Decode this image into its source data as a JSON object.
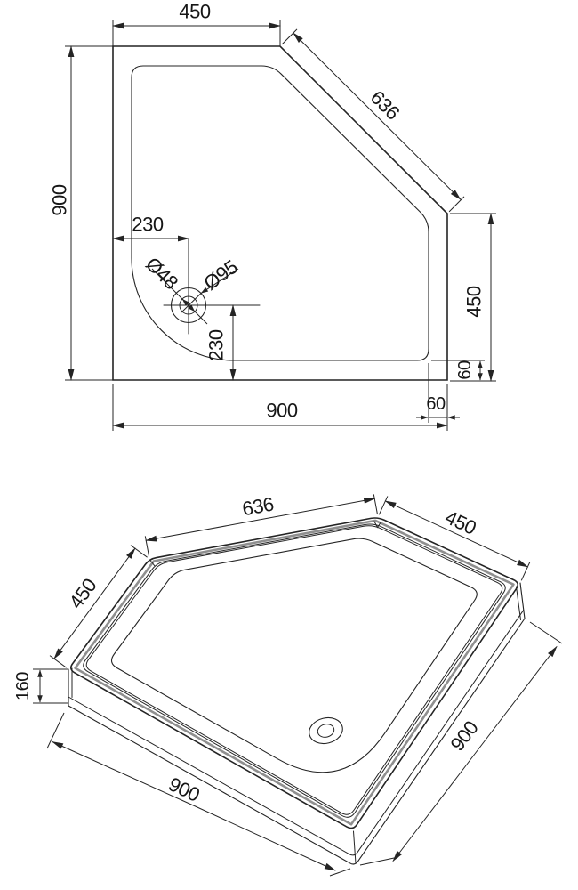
{
  "drawing": {
    "kind": "shower tray technical drawing",
    "line_color": "#242424",
    "shade_color": "#8f8f8f",
    "text_color": "#161616"
  },
  "top_view": {
    "width_top": "450",
    "chamfer": "636",
    "height_left": "900",
    "drain_offset_x": "230",
    "drain_diameter": "Ø48",
    "flange_diameter": "Ø95",
    "drain_offset_y": "230",
    "height_right": "450",
    "wall_bottom": "60",
    "wall_right": "60",
    "width_bottom": "900"
  },
  "iso_view": {
    "chamfer": "636",
    "edge_top_right": "450",
    "edge_left": "450",
    "height": "160",
    "edge_bottom": "900",
    "edge_right": "900"
  }
}
